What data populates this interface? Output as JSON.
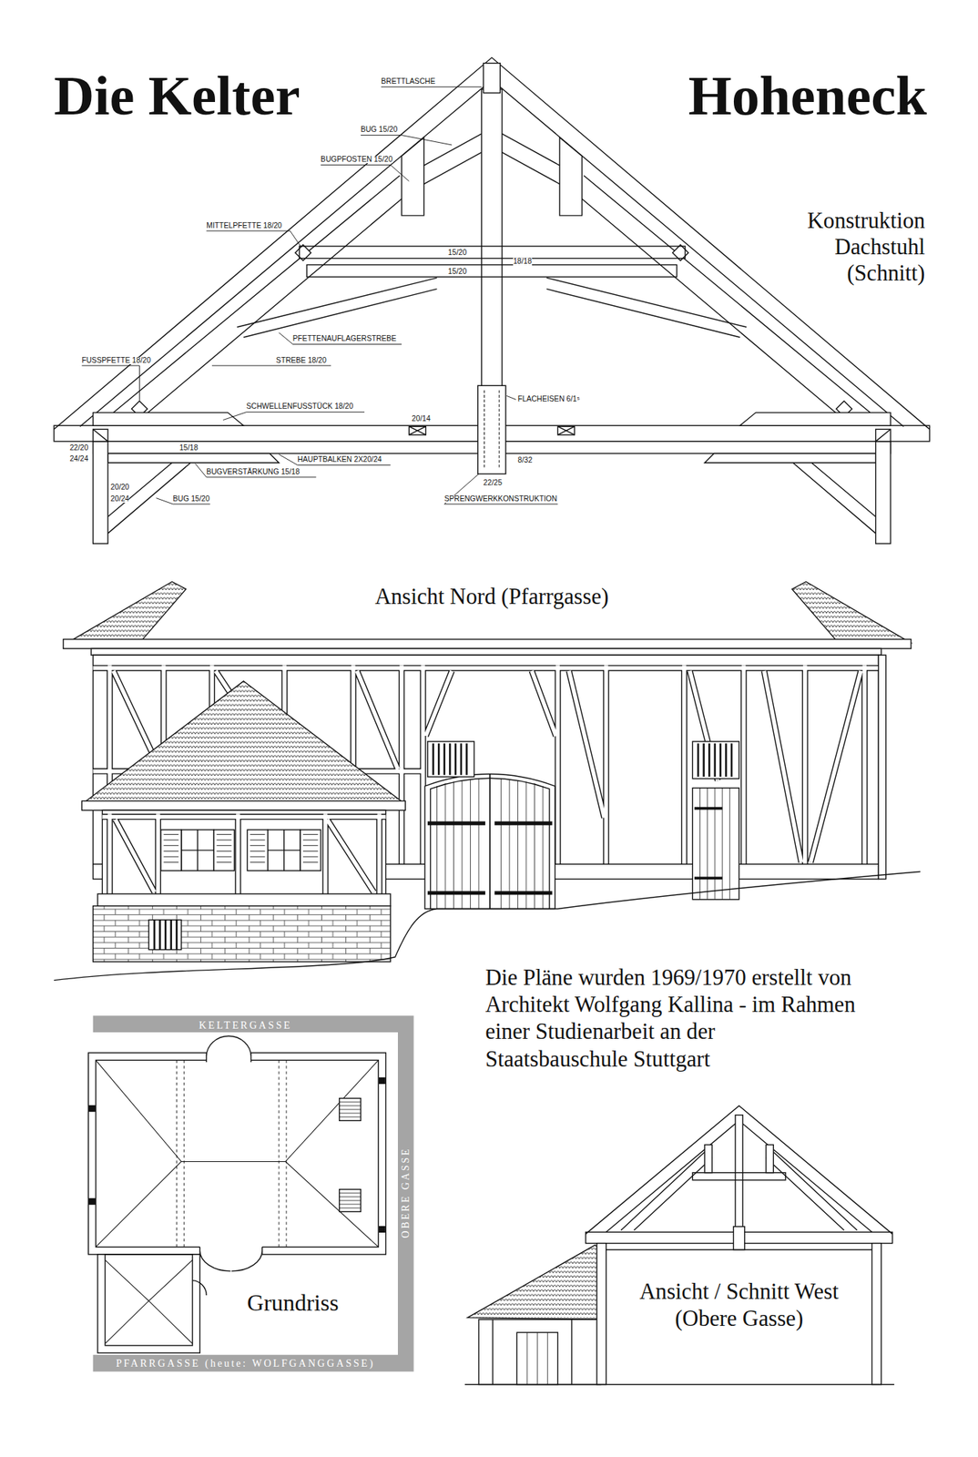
{
  "diagram": {
    "title": "Die Kelter",
    "labels": [
      "Hoheneck",
      "BRETTLASCHE",
      "BUG 15/20",
      "BUGPFOSTEN 15/20",
      "MITTELPFETTE 18/20",
      "15/20",
      "18/18",
      "15/20",
      "Konstruktion Dachstuhl (Schnitt)",
      "PFETTENAUFLAGERSTREBE",
      "FUSSPFETTE 18/20",
      "STREBE 18/20",
      "SCHWELLENFUSSTÜCK 18/20",
      "FLACHEISEN 6/1⁵",
      "20/14",
      "22/20",
      "24/24",
      "15/18",
      "HAUPTBALKEN 2X20/24",
      "8/32",
      "BUGVERSTÄRKUNG 15/18",
      "22/25",
      "20/20",
      "20/24",
      "SPRENGWERKKONSTRUKTION",
      "BUG 15/20",
      "Ansicht Nord (Pfarrgasse)",
      "Die Pläne wurden 1969/1970 erstellt von Architekt Wolfgang Kallina - im Rahmen einer Studienarbeit an der Staatsbauschule Stuttgart",
      "KELTERGASSE",
      "OBERE GASSE",
      "Grundriss",
      "PFARRGASSE (heute: WOLFGANGGASSE)",
      "Ansicht / Schnitt West (Obere Gasse)"
    ]
  }
}
